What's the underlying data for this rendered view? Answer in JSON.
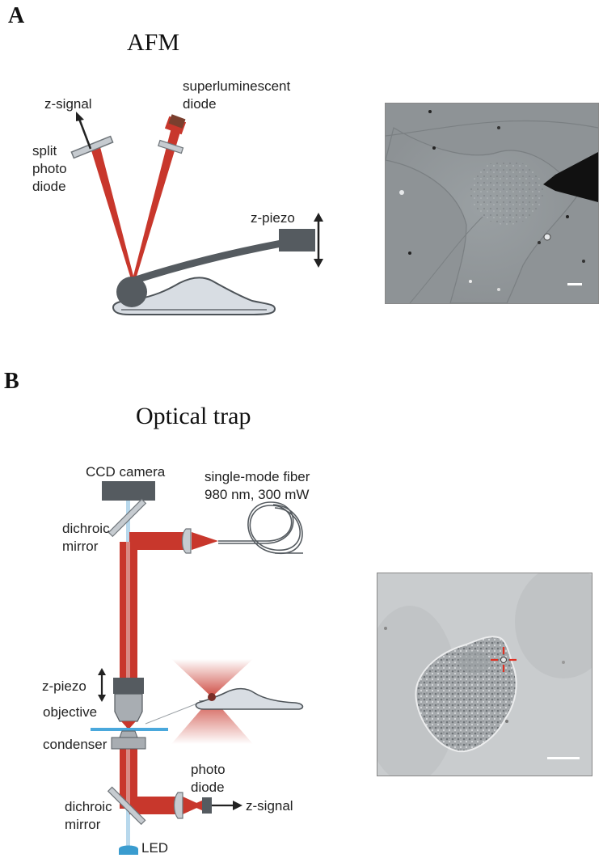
{
  "panel_a": {
    "letter": "A",
    "title": "AFM",
    "labels": {
      "z_signal": "z-signal",
      "split_photo_diode_1": "split",
      "split_photo_diode_2": "photo",
      "split_photo_diode_3": "diode",
      "superluminescent_1": "superluminescent",
      "superluminescent_2": "diode",
      "z_piezo": "z-piezo"
    }
  },
  "panel_b": {
    "letter": "B",
    "title": "Optical trap",
    "labels": {
      "ccd_camera": "CCD camera",
      "fiber_1": "single-mode fiber",
      "fiber_2": "980 nm, 300 mW",
      "dichroic_top_1": "dichroic",
      "dichroic_top_2": "mirror",
      "z_piezo": "z-piezo",
      "objective": "objective",
      "condenser": "condenser",
      "photo_diode_1": "photo",
      "photo_diode_2": "diode",
      "z_signal": "z-signal",
      "dichroic_bottom_1": "dichroic",
      "dichroic_bottom_2": "mirror",
      "led": "LED"
    }
  },
  "colors": {
    "laser_red": "#c8372c",
    "gray_dark": "#555b60",
    "gray_light": "#c6cbd0",
    "cell_fill": "#d8dde3",
    "glass_blue": "#4aa8dc",
    "led_blue": "#3a9ccf"
  }
}
